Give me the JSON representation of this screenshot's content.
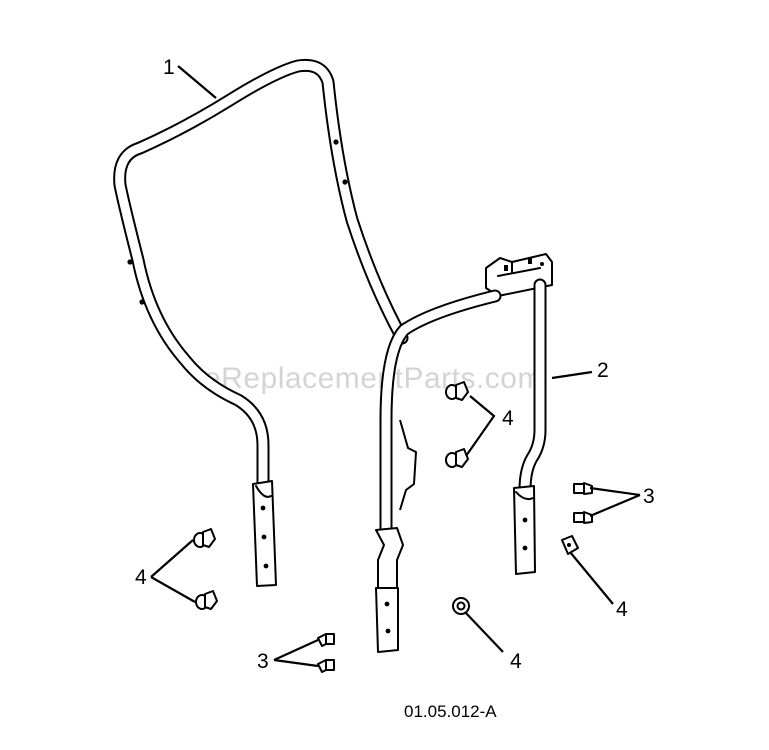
{
  "diagram": {
    "reference_code": "01.05.012-A",
    "watermark": "eReplacementParts.com",
    "callouts": {
      "part1": "1",
      "part2": "2",
      "part3_right": "3",
      "part3_bottom": "3",
      "part4_left": "4",
      "part4_center": "4",
      "part4_bottom": "4",
      "part4_right": "4"
    }
  }
}
